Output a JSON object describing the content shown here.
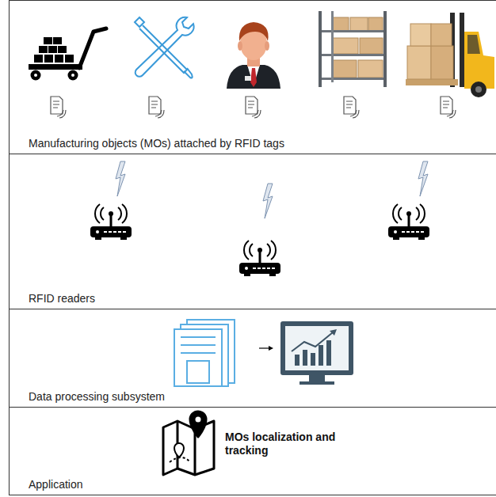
{
  "diagram": {
    "nodes": [
      {
        "text": [
          "Manufacturing objects (MOs) attached by RFID tags"
        ]
      },
      {
        "text": [
          "RFID readers"
        ]
      },
      {
        "text": [
          "Data processing subsystem"
        ]
      },
      {
        "text": [
          "Application"
        ]
      }
    ],
    "labels": [
      "MOs localization and tracking"
    ]
  }
}
